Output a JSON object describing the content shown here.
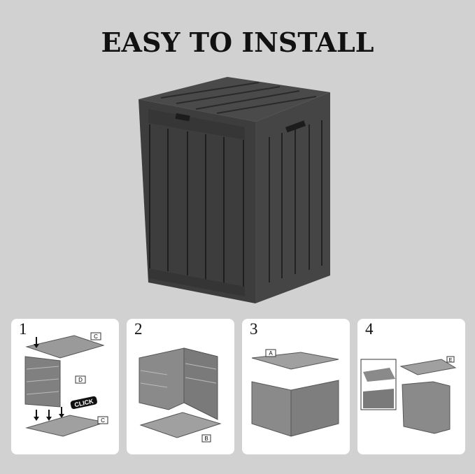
{
  "title": "EASY TO INSTALL",
  "hero": {
    "icon": "storage-box-image",
    "color": "#3c3c3c"
  },
  "steps": [
    {
      "number": "1",
      "labels": [
        "C",
        "D",
        "C"
      ],
      "callout": "CLICK"
    },
    {
      "number": "2",
      "labels": [
        "B"
      ]
    },
    {
      "number": "3",
      "labels": [
        "A"
      ]
    },
    {
      "number": "4",
      "labels": [
        "E"
      ]
    }
  ],
  "colors": {
    "background": "#d1d1d1",
    "card": "#ffffff",
    "part": "#8a8a8a",
    "box": "#3c3c3c"
  }
}
